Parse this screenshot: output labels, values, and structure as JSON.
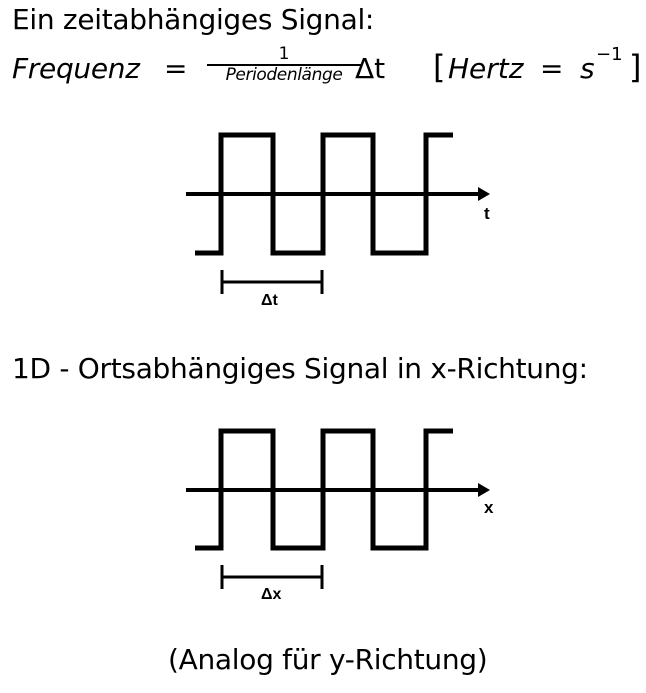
{
  "section1": {
    "heading": "Ein zeitabhängiges Signal:",
    "formula": {
      "lhs": "Frequenz",
      "equals": "=",
      "numerator": "1",
      "denominator": "Periodenlänge",
      "factor": "Δt",
      "unit_open": "[",
      "unit_name": "Hertz",
      "unit_equals": "=",
      "unit_base": "s",
      "unit_exponent": "−1",
      "unit_close": "]"
    },
    "diagram": {
      "axis_label": "t",
      "period_label": "Δt",
      "waveform": "square"
    }
  },
  "section2": {
    "heading": "1D - Ortsabhängiges Signal in x-Richtung:",
    "diagram": {
      "axis_label": "x",
      "period_label": "Δx",
      "waveform": "square"
    }
  },
  "footer": {
    "note": "(Analog für y-Richtung)"
  },
  "colors": {
    "text": "#000000",
    "background": "#ffffff",
    "stroke": "#000000"
  }
}
